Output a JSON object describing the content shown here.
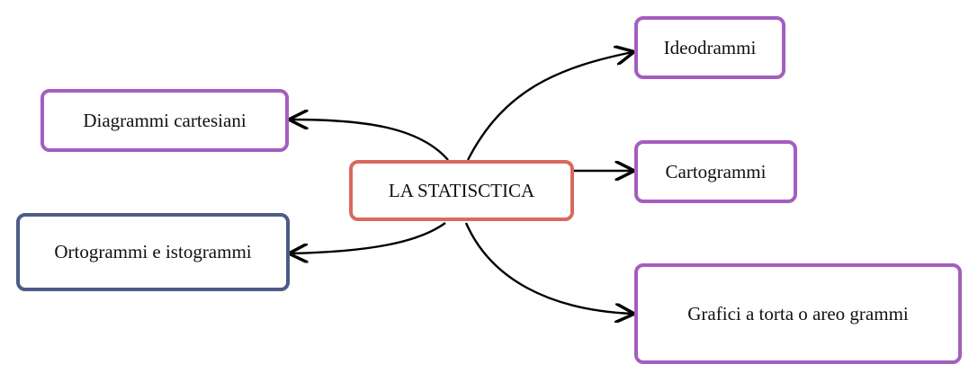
{
  "center": {
    "label": "LA STATISCTICA"
  },
  "nodes": {
    "ideodrammi": "Ideodrammi",
    "cartogrammi": "Cartogrammi",
    "grafici": "Grafici a torta o areo grammi",
    "diagrammi": "Diagrammi cartesiani",
    "ortogrammi": "Ortogrammi e istogrammi"
  },
  "colors": {
    "center_border": "#d9695f",
    "purple_border": "#a45ec0",
    "blue_border": "#4c5c85",
    "connector": "#000000"
  }
}
